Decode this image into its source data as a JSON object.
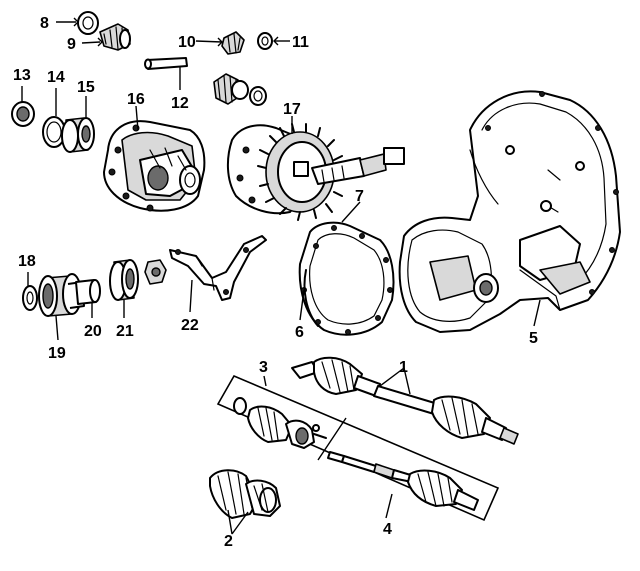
{
  "callouts": [
    {
      "id": "c1",
      "label": "1"
    },
    {
      "id": "c2",
      "label": "2"
    },
    {
      "id": "c3",
      "label": "3"
    },
    {
      "id": "c4",
      "label": "4"
    },
    {
      "id": "c5",
      "label": "5"
    },
    {
      "id": "c6",
      "label": "6"
    },
    {
      "id": "c7",
      "label": "7"
    },
    {
      "id": "c8",
      "label": "8"
    },
    {
      "id": "c9",
      "label": "9"
    },
    {
      "id": "c10",
      "label": "10"
    },
    {
      "id": "c11",
      "label": "11"
    },
    {
      "id": "c12",
      "label": "12"
    },
    {
      "id": "c13",
      "label": "13"
    },
    {
      "id": "c14",
      "label": "14"
    },
    {
      "id": "c15",
      "label": "15"
    },
    {
      "id": "c16",
      "label": "16"
    },
    {
      "id": "c17",
      "label": "17"
    },
    {
      "id": "c18",
      "label": "18"
    },
    {
      "id": "c19",
      "label": "19"
    },
    {
      "id": "c20",
      "label": "20"
    },
    {
      "id": "c21",
      "label": "21"
    },
    {
      "id": "c22",
      "label": "22"
    }
  ],
  "colors": {
    "line": "#000000",
    "background": "#ffffff",
    "shade": "#d9d9d9",
    "dark": "#6b6b6b"
  }
}
